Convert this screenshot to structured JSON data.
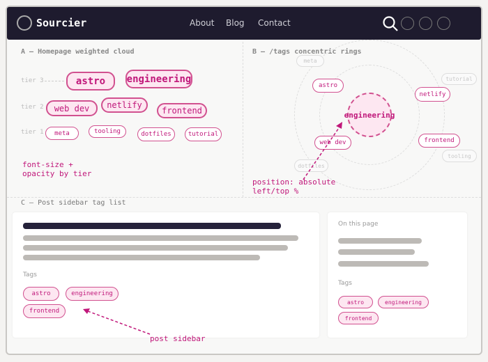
{
  "header": {
    "brand": "Sourcier",
    "nav": [
      "About",
      "Blog",
      "Contact"
    ],
    "icons": [
      "search-icon",
      "circle-icon",
      "circle-icon",
      "circle-icon"
    ]
  },
  "section_a": {
    "title": "A — Homepage weighted cloud",
    "tiers": [
      "tier 3",
      "tier 2",
      "tier 1"
    ],
    "tier3": [
      "astro",
      "engineering"
    ],
    "tier2": [
      "web dev",
      "netlify",
      "frontend"
    ],
    "tier1": [
      "meta",
      "tooling",
      "dotfiles",
      "tutorial"
    ],
    "note": [
      "font-size +",
      "opacity by tier"
    ]
  },
  "section_b": {
    "title": "B — /tags concentric rings",
    "center": "engineering",
    "inner": [
      "astro",
      "netlify",
      "web dev",
      "frontend"
    ],
    "outer": [
      "meta",
      "tutorial",
      "tooling",
      "dotfiles"
    ],
    "note": [
      "position: absolute",
      "left/top %"
    ]
  },
  "section_c": {
    "title": "C — Post sidebar tag list",
    "tags_label": "Tags",
    "on_this_page": "On this page",
    "tags": [
      "astro",
      "engineering",
      "frontend"
    ],
    "note": "post sidebar"
  },
  "colors": {
    "accent": "#c0177a",
    "header": "#1e1b2e",
    "chip_bg": "#fde7f1"
  }
}
